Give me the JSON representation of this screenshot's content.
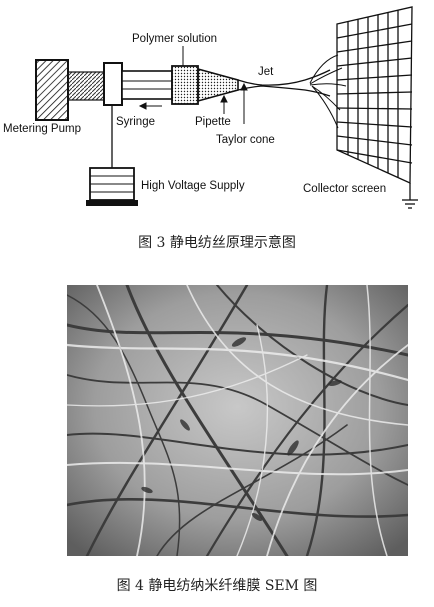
{
  "figure3": {
    "labels": {
      "polymer_solution": "Polymer solution",
      "jet": "Jet",
      "metering_pump": "Metering Pump",
      "syringe": "Syringe",
      "pipette": "Pipette",
      "taylor_cone": "Taylor cone",
      "high_voltage_supply": "High Voltage Supply",
      "collector_screen": "Collector screen"
    },
    "caption": "图 3  静电纺丝原理示意图"
  },
  "figure4": {
    "caption": "图 4  静电纺纳米纤维膜 SEM 图"
  }
}
